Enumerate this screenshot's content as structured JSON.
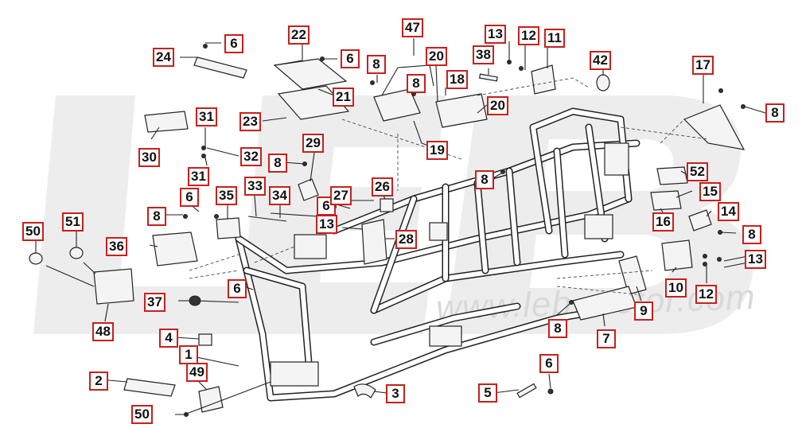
{
  "watermark": {
    "text": "www.leb-motor.com",
    "letters": "LEB"
  },
  "callouts": [
    {
      "id": "c01",
      "label": "1"
    },
    {
      "id": "c02",
      "label": "2"
    },
    {
      "id": "c03",
      "label": "3"
    },
    {
      "id": "c04",
      "label": "4"
    },
    {
      "id": "c05",
      "label": "5"
    },
    {
      "id": "c06a",
      "label": "6"
    },
    {
      "id": "c06b",
      "label": "6"
    },
    {
      "id": "c06c",
      "label": "6"
    },
    {
      "id": "c06d",
      "label": "6"
    },
    {
      "id": "c06e",
      "label": "6"
    },
    {
      "id": "c06f",
      "label": "6"
    },
    {
      "id": "c07",
      "label": "7"
    },
    {
      "id": "c08a",
      "label": "8"
    },
    {
      "id": "c08b",
      "label": "8"
    },
    {
      "id": "c08c",
      "label": "8"
    },
    {
      "id": "c08d",
      "label": "8"
    },
    {
      "id": "c08e",
      "label": "8"
    },
    {
      "id": "c08f",
      "label": "8"
    },
    {
      "id": "c08g",
      "label": "8"
    },
    {
      "id": "c08h",
      "label": "8"
    },
    {
      "id": "c09",
      "label": "9"
    },
    {
      "id": "c10",
      "label": "10"
    },
    {
      "id": "c11",
      "label": "11"
    },
    {
      "id": "c12a",
      "label": "12"
    },
    {
      "id": "c12b",
      "label": "12"
    },
    {
      "id": "c13a",
      "label": "13"
    },
    {
      "id": "c13b",
      "label": "13"
    },
    {
      "id": "c13c",
      "label": "13"
    },
    {
      "id": "c14",
      "label": "14"
    },
    {
      "id": "c15",
      "label": "15"
    },
    {
      "id": "c16",
      "label": "16"
    },
    {
      "id": "c17",
      "label": "17"
    },
    {
      "id": "c18",
      "label": "18"
    },
    {
      "id": "c19",
      "label": "19"
    },
    {
      "id": "c20a",
      "label": "20"
    },
    {
      "id": "c20b",
      "label": "20"
    },
    {
      "id": "c21",
      "label": "21"
    },
    {
      "id": "c22",
      "label": "22"
    },
    {
      "id": "c23",
      "label": "23"
    },
    {
      "id": "c24",
      "label": "24"
    },
    {
      "id": "c26",
      "label": "26"
    },
    {
      "id": "c27",
      "label": "27"
    },
    {
      "id": "c28",
      "label": "28"
    },
    {
      "id": "c29",
      "label": "29"
    },
    {
      "id": "c30",
      "label": "30"
    },
    {
      "id": "c31a",
      "label": "31"
    },
    {
      "id": "c31b",
      "label": "31"
    },
    {
      "id": "c32",
      "label": "32"
    },
    {
      "id": "c33",
      "label": "33"
    },
    {
      "id": "c34",
      "label": "34"
    },
    {
      "id": "c35",
      "label": "35"
    },
    {
      "id": "c36",
      "label": "36"
    },
    {
      "id": "c37",
      "label": "37"
    },
    {
      "id": "c38",
      "label": "38"
    },
    {
      "id": "c42",
      "label": "42"
    },
    {
      "id": "c47",
      "label": "47"
    },
    {
      "id": "c48",
      "label": "48"
    },
    {
      "id": "c49",
      "label": "49"
    },
    {
      "id": "c50a",
      "label": "50"
    },
    {
      "id": "c50b",
      "label": "50"
    },
    {
      "id": "c51",
      "label": "51"
    },
    {
      "id": "c52",
      "label": "52"
    }
  ]
}
